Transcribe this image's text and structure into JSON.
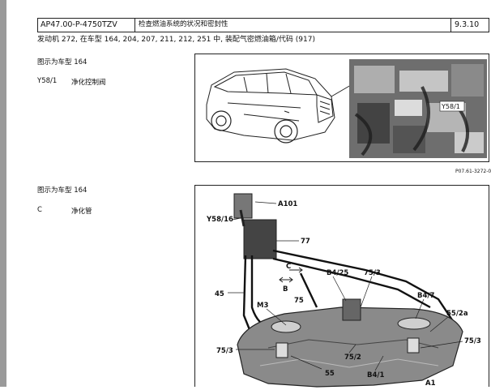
{
  "header": {
    "doc_code": "AP47.00-P-4750TZV",
    "title": "检查燃油系统的状况和密封性",
    "date": "9.3.10"
  },
  "applicability": "发动机  272, 在车型 164, 204, 207, 211, 212, 251 中, 装配气密燃油箱/代码 (917)",
  "section1": {
    "caption": "图示为车型 164",
    "legend_code": "Y58/1",
    "legend_text": "净化控制阀",
    "photo_label": "Y58/1",
    "figure_id": "P07.61-3272-0"
  },
  "section2": {
    "caption": "图示为车型 164",
    "legend_code": "C",
    "legend_text": "净化管",
    "labels": {
      "a101": "A101",
      "y58_16": "Y58/16",
      "n77": "77",
      "c": "C",
      "b": "B",
      "b4_25": "B4/25",
      "n75_3_top": "75/3",
      "n45": "45",
      "m3": "M3",
      "n75": "75",
      "b4_7": "B4/7",
      "n55_2a": "55/2a",
      "n75_3_left": "75/3",
      "n75_2": "75/2",
      "n75_3_right": "75/3",
      "n55": "55",
      "b4_1": "B4/1",
      "a1": "A1"
    }
  }
}
